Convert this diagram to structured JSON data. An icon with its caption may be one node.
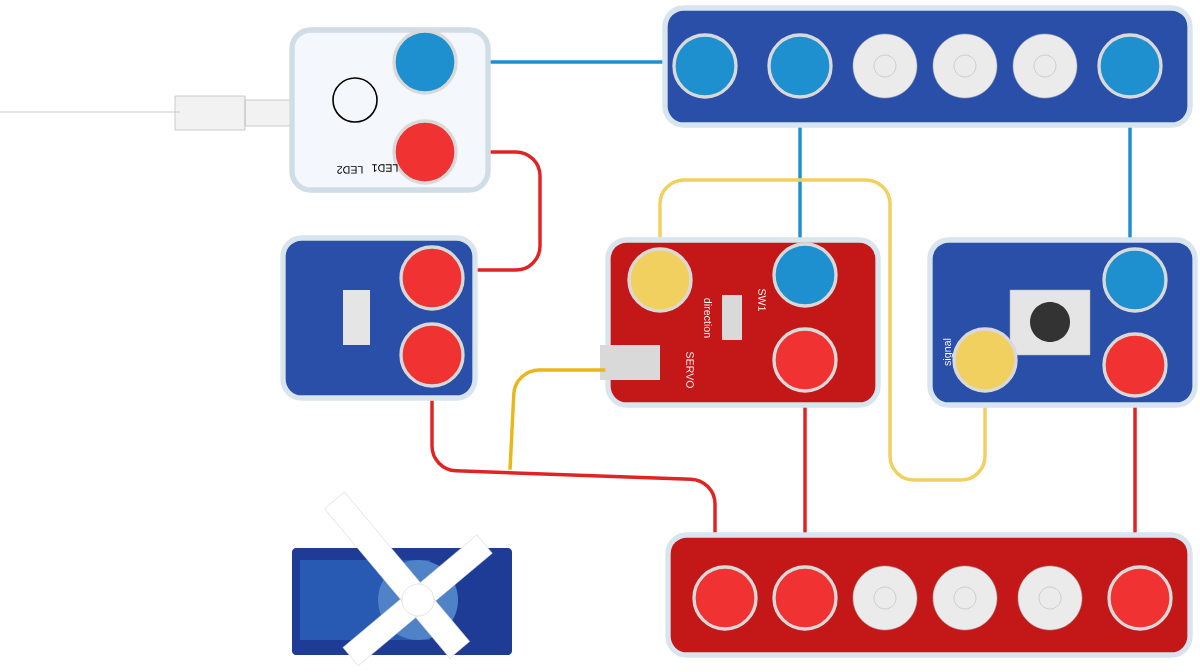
{
  "diagram": {
    "nodes": [
      {
        "text": [
          "LED2",
          "LED1"
        ]
      },
      {
        "text": [],
        "shape": "box"
      },
      {
        "text": [
          "SW1",
          "direction",
          "SERVO"
        ]
      },
      {
        "text": [
          "signal"
        ]
      },
      {
        "text": [],
        "shape": "bar"
      },
      {
        "text": [],
        "shape": "bar"
      },
      {
        "text": [],
        "shape": "picture"
      }
    ],
    "edges": [
      {
        "from": 0,
        "to": 4,
        "arrow": "none",
        "color": "#1e90d0"
      },
      {
        "from": 0,
        "to": 1,
        "arrow": "none",
        "color": "#e02424"
      },
      {
        "from": 1,
        "to": 5,
        "arrow": "none",
        "color": "#e02424"
      },
      {
        "from": 4,
        "to": 2,
        "arrow": "none",
        "color": "#1e90d0"
      },
      {
        "from": 4,
        "to": 3,
        "arrow": "none",
        "color": "#1e90d0"
      },
      {
        "from": 2,
        "to": 3,
        "arrow": "none",
        "color": "#f2d060"
      },
      {
        "from": 2,
        "to": 5,
        "arrow": "none",
        "color": "#e02424"
      },
      {
        "from": 3,
        "to": 5,
        "arrow": "none",
        "color": "#e02424"
      },
      {
        "from": 6,
        "to": 2,
        "arrow": "none",
        "color": "#e8b818"
      }
    ]
  }
}
